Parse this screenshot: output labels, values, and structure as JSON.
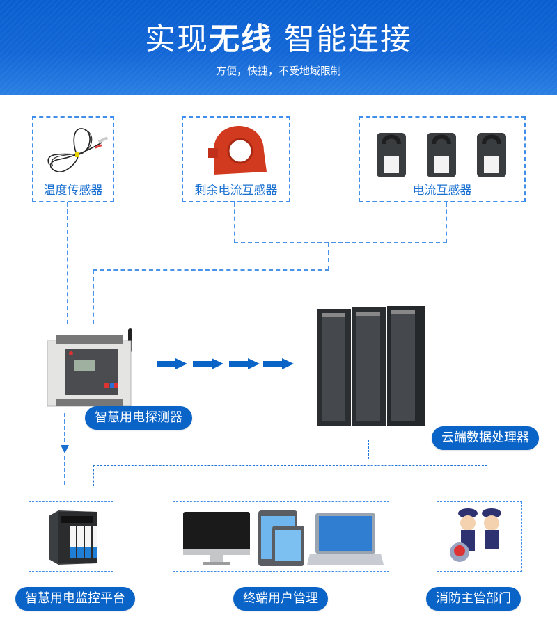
{
  "banner": {
    "title_part1": "实现",
    "title_bold": "无线",
    "title_part2": " 智能连接",
    "subtitle": "方便，快捷，不受地域限制"
  },
  "sensors": [
    {
      "label": "温度传感器",
      "icon": "temperature-probe-icon"
    },
    {
      "label": "剩余电流互感器",
      "icon": "residual-current-transformer-icon"
    },
    {
      "label": "电流互感器",
      "icon": "current-transformer-icon"
    }
  ],
  "detector": {
    "label": "智慧用电探测器",
    "icon": "smart-detector-icon"
  },
  "cloud": {
    "label": "云端数据处理器",
    "icon": "server-rack-icon"
  },
  "outputs": [
    {
      "label": "智慧用电监控平台",
      "icon": "nas-storage-icon"
    },
    {
      "label": "终端用户管理",
      "icon": "devices-icon"
    },
    {
      "label": "消防主管部门",
      "icon": "fire-officers-icon"
    }
  ],
  "colors": {
    "accent": "#0a64c8",
    "dash": "#4a93ea",
    "label_text": "#1a70d0",
    "banner": "#1366d6"
  }
}
